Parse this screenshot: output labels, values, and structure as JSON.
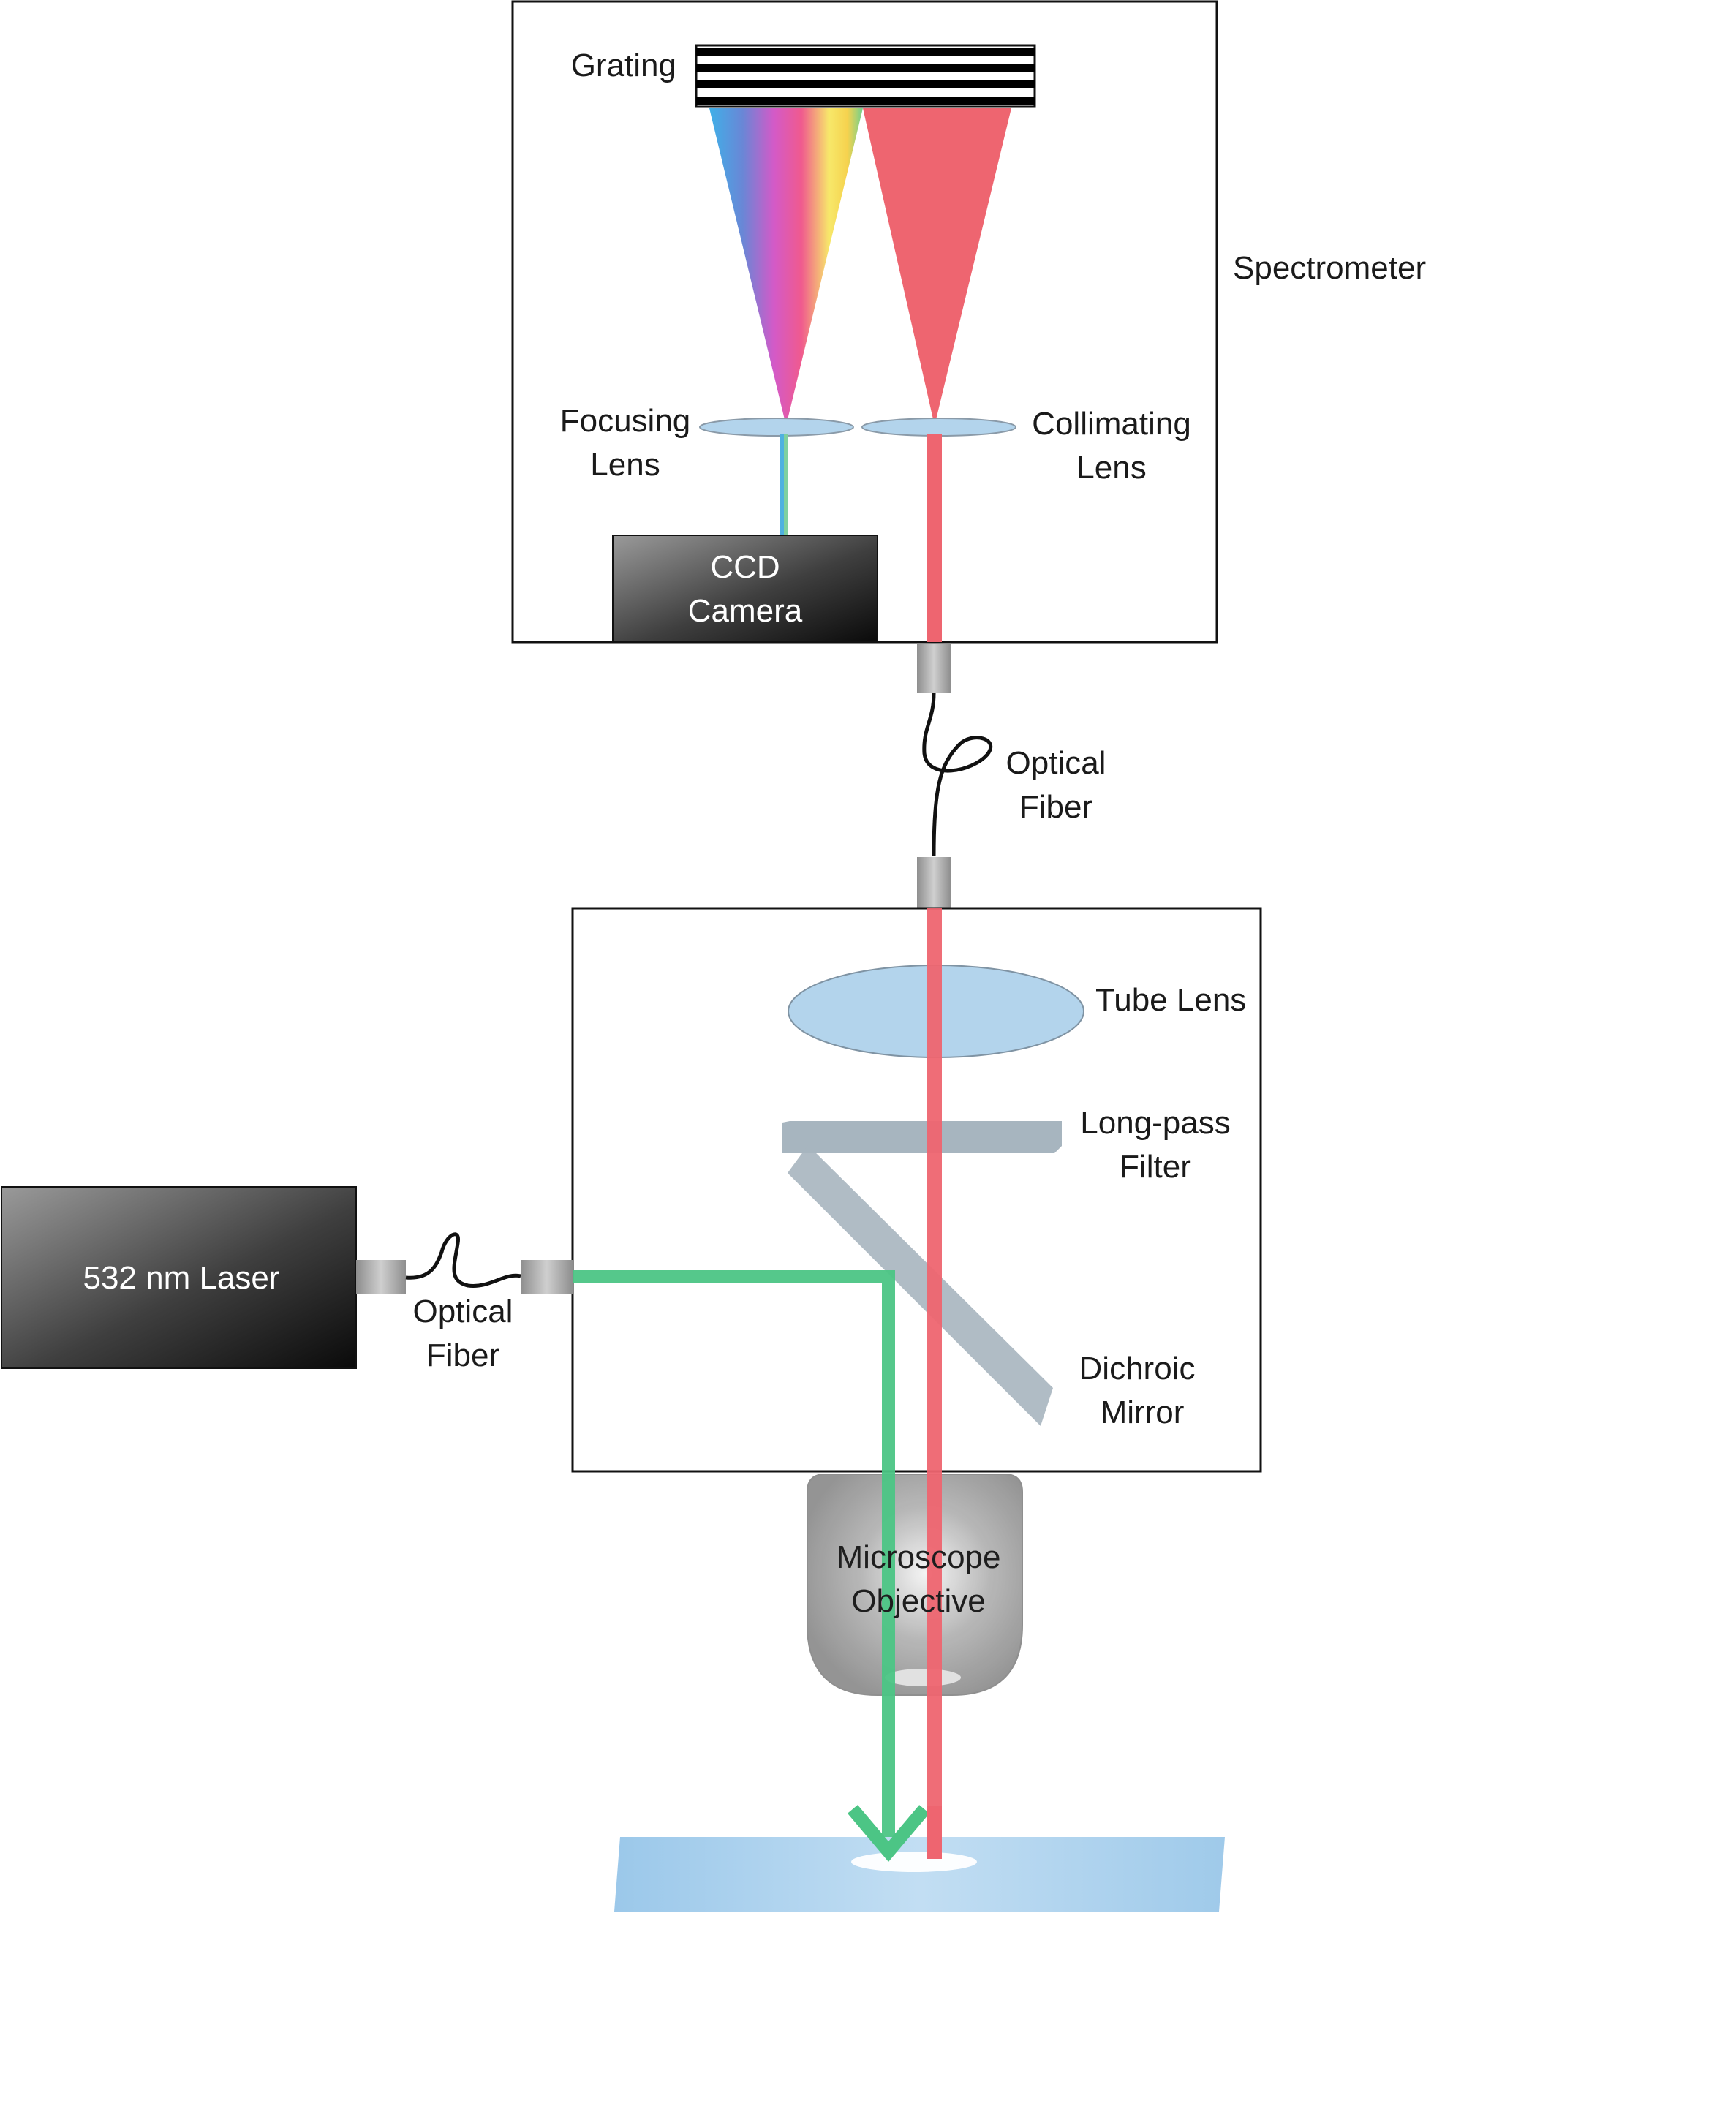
{
  "labels": {
    "grating": "Grating",
    "spectrometer": "Spectrometer",
    "focusing_lens_1": "Focusing",
    "focusing_lens_2": "Lens",
    "collimating_lens_1": "Collimating",
    "collimating_lens_2": "Lens",
    "ccd_camera_1": "CCD",
    "ccd_camera_2": "Camera",
    "optical_fiber_top_1": "Optical",
    "optical_fiber_top_2": "Fiber",
    "tube_lens": "Tube Lens",
    "long_pass_filter_1": "Long-pass",
    "long_pass_filter_2": "Filter",
    "laser": "532 nm Laser",
    "optical_fiber_left_1": "Optical",
    "optical_fiber_left_2": "Fiber",
    "dichroic_mirror_1": "Dichroic",
    "dichroic_mirror_2": "Mirror",
    "microscope_objective_1": "Microscope",
    "microscope_objective_2": "Objective"
  },
  "colors": {
    "excitation_beam": "#4cc585",
    "raman_beam": "#ee6570",
    "lens": "#b3d4ec",
    "filter": "#a7b5bf",
    "sample_slide": "#aed2ee",
    "outline": "#111111"
  }
}
